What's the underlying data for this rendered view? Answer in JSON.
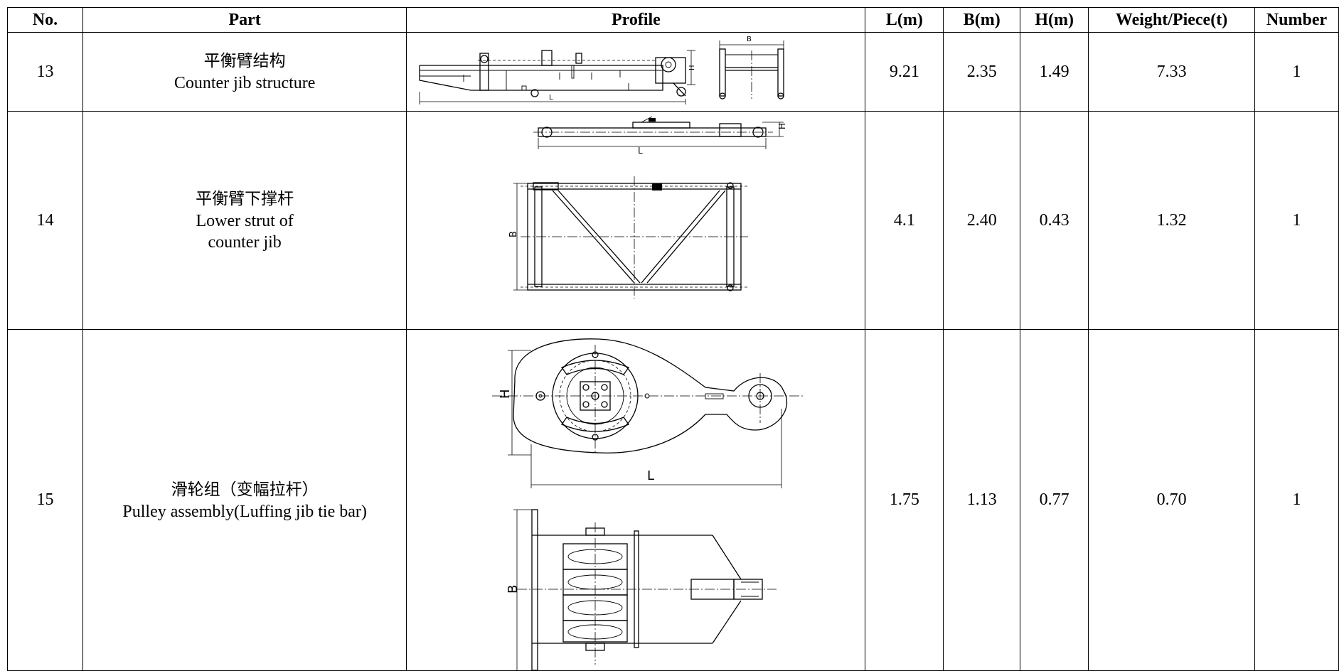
{
  "headers": {
    "no": "No.",
    "part": "Part",
    "profile": "Profile",
    "l": "L(m)",
    "b": "B(m)",
    "h": "H(m)",
    "weight": "Weight/Piece(t)",
    "number": "Number"
  },
  "rows": [
    {
      "no": "13",
      "name_cn": "平衡臂结构",
      "name_en": [
        "Counter jib structure"
      ],
      "l": "9.21",
      "b": "2.35",
      "h": "1.49",
      "weight": "7.33",
      "number": "1",
      "drawing_labels": {
        "length": "L",
        "width": "B",
        "height": "H"
      }
    },
    {
      "no": "14",
      "name_cn": "平衡臂下撑杆",
      "name_en": [
        "Lower strut of",
        "counter jib"
      ],
      "l": "4.1",
      "b": "2.40",
      "h": "0.43",
      "weight": "1.32",
      "number": "1",
      "drawing_labels": {
        "length": "L",
        "width": "B",
        "height": "H"
      }
    },
    {
      "no": "15",
      "name_cn": "滑轮组（变幅拉杆）",
      "name_en": [
        "Pulley assembly(Luffing jib tie bar)"
      ],
      "l": "1.75",
      "b": "1.13",
      "h": "0.77",
      "weight": "0.70",
      "number": "1",
      "drawing_labels": {
        "length": "L",
        "width": "B",
        "height": "H"
      }
    }
  ]
}
